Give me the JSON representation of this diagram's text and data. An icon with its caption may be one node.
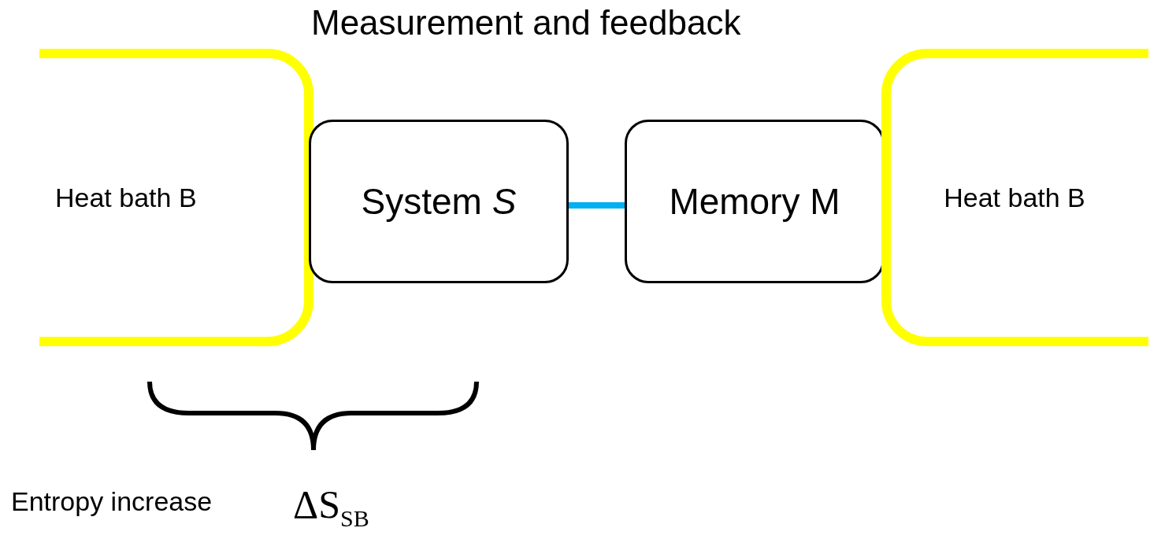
{
  "diagram": {
    "title": "Measurement and feedback",
    "nodes": [
      {
        "text": [
          "Heat bath B"
        ]
      },
      {
        "text": [
          "System *S*"
        ]
      },
      {
        "text": [
          "Memory M"
        ]
      },
      {
        "text": [
          "Heat bath B"
        ]
      }
    ],
    "edges": [
      {
        "from": 1,
        "to": 2,
        "arrow": "none",
        "color": "#00b0f0"
      }
    ],
    "labels": [
      "Entropy increase",
      "ΔS$_{SB}$"
    ]
  }
}
